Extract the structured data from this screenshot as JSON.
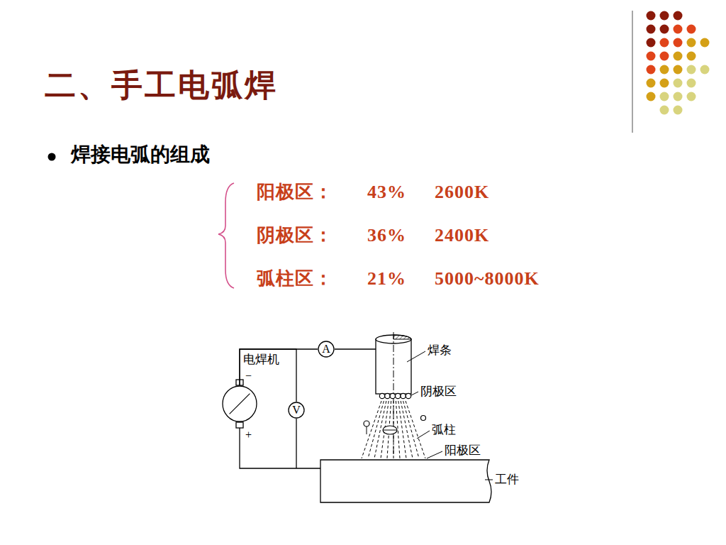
{
  "diagram": {
    "title": "二、手工电弧焊",
    "nodes": [
      {
        "text": [
          "电焊机"
        ]
      },
      {
        "text": [
          "A"
        ]
      },
      {
        "text": [
          "V"
        ]
      }
    ],
    "edges": [
      {
        "from": 0,
        "to": 1,
        "arrow": "none"
      },
      {
        "from": 0,
        "to": 2,
        "arrow": "none"
      }
    ],
    "labels": [
      "焊接电弧的组成",
      "阳极区：",
      "43%",
      "2600K",
      "阴极区：",
      "36%",
      "2400K",
      "弧柱区：",
      "21%",
      "5000~8000K",
      "焊条",
      "阴极区",
      "弧柱",
      "阳极区",
      "工件",
      "−",
      "+"
    ]
  }
}
